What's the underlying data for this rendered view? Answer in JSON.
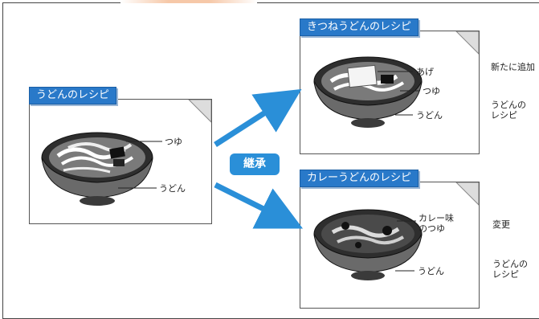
{
  "inherit_label": "継承",
  "base_card": {
    "title": "うどんのレシピ",
    "labels": [
      "つゆ",
      "うどん"
    ]
  },
  "kitsune_card": {
    "title": "きつねうどんのレシピ",
    "labels": [
      "あげ",
      "つゆ",
      "うどん"
    ],
    "bracket_added": "新たに追加",
    "bracket_recipe": "うどんの\nレシピ"
  },
  "curry_card": {
    "title": "カレーうどんのレシピ",
    "labels": [
      "カレー味\nのつゆ",
      "うどん"
    ],
    "bracket_changed": "変更",
    "bracket_recipe": "うどんの\nレシピ"
  },
  "colors": {
    "tab": "#2979c9",
    "arrow": "#2a8fd8",
    "bowl": "#555555"
  },
  "icons": [
    "udon-bowl-icon",
    "arrow-right-icon"
  ]
}
